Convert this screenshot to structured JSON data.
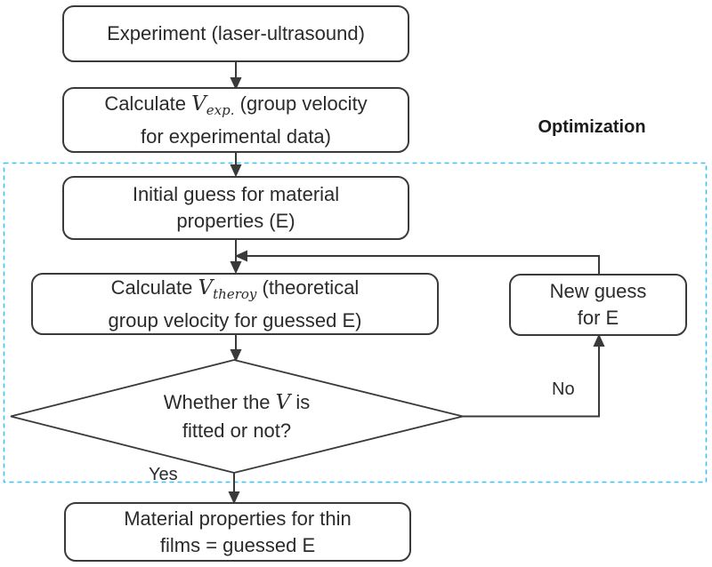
{
  "diagram": {
    "region_label": "Optimization",
    "nodes": {
      "experiment": {
        "line1": "Experiment (laser-ultrasound)"
      },
      "calc_vexp": {
        "line1_pre": "Calculate ",
        "var": "V",
        "sub": "exp.",
        "line1_post": " (group velocity",
        "line2": "for experimental data)"
      },
      "initial_guess": {
        "line1": "Initial guess for material",
        "line2": "properties (E)"
      },
      "calc_vtheory": {
        "line1_pre": "Calculate ",
        "var": "V",
        "sub": "theroy",
        "line1_post": " (theoretical",
        "line2": "group velocity for guessed E)"
      },
      "new_guess": {
        "line1": "New guess",
        "line2": "for E"
      },
      "decision": {
        "line1_pre": "Whether the ",
        "var": "V",
        "line1_post": " is",
        "line2": "fitted or not?"
      },
      "result": {
        "line1": "Material properties for thin",
        "line2": "films = guessed E"
      }
    },
    "edge_labels": {
      "yes": "Yes",
      "no": "No"
    },
    "colors": {
      "region_border": "#3cc1f2",
      "stroke": "#3a3a3a"
    }
  }
}
